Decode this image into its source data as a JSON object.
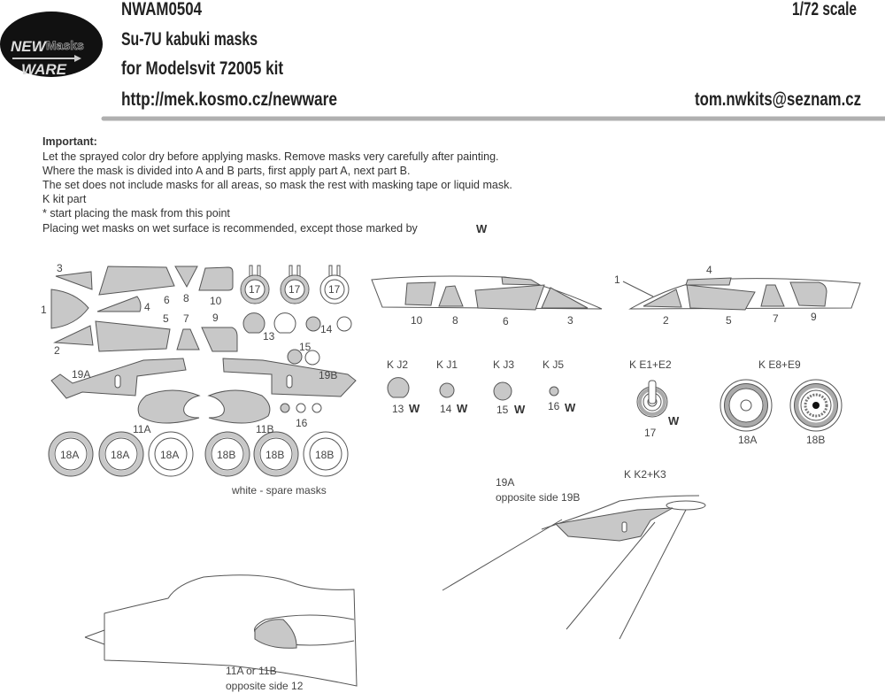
{
  "header": {
    "code": "NWAM0504",
    "title": "Su-7U kabuki masks",
    "subtitle": "for Modelsvit 72005 kit",
    "url": "http://mek.kosmo.cz/newware",
    "scale": "1/72 scale",
    "email": "tom.nwkits@seznam.cz",
    "logo": {
      "line1": "NEW",
      "line2": "WARE",
      "masks": "Masks"
    }
  },
  "instructions": {
    "heading": "Important:",
    "lines": [
      "Let the sprayed color dry before applying masks. Remove masks very carefully after painting.",
      "Where the mask is divided into A and B parts, first apply part A, next part B.",
      "The set does not include masks for all areas, so mask the rest with masking tape or liquid mask.",
      "K kit part",
      "*  start placing the mask from this point",
      "Placing wet masks on wet surface is recommended, except those marked by"
    ],
    "w_mark": "W"
  },
  "sheet": {
    "labels": {
      "m1": "1",
      "m2": "2",
      "m3": "3",
      "m4": "4",
      "m5": "5",
      "m6": "6",
      "m7": "7",
      "m8": "8",
      "m9": "9",
      "m10": "10",
      "m11a": "11A",
      "m11b": "11B",
      "m13": "13",
      "m14": "14",
      "m15": "15",
      "m16": "16",
      "m17": "17",
      "m18a": "18A",
      "m18b": "18B",
      "m19a": "19A",
      "m19b": "19B"
    },
    "note": "white - spare masks"
  },
  "canopy_left": {
    "labels": [
      "10",
      "8",
      "6",
      "3"
    ]
  },
  "canopy_right": {
    "labels": [
      "1",
      "4",
      "2",
      "5",
      "7",
      "9"
    ]
  },
  "kit_parts": {
    "kj2": "K J2",
    "kj1": "K J1",
    "kj3": "K J3",
    "kj5": "K J5",
    "ke12": "K E1+E2",
    "ke89": "K E8+E9",
    "n13": "13",
    "n14": "14",
    "n15": "15",
    "n16": "16",
    "n17": "17",
    "n18a": "18A",
    "n18b": "18B",
    "w": "W"
  },
  "fuselage_detail": {
    "kit": "K K2+K3",
    "part": "19A",
    "opposite": "opposite side 19B"
  },
  "fuselage_side": {
    "part": "11A or 11B",
    "opposite": "opposite side 12"
  },
  "colors": {
    "mask": "#c8c8c8",
    "outline": "#555555",
    "rule": "#b0b0b0",
    "logo": "#111111"
  }
}
